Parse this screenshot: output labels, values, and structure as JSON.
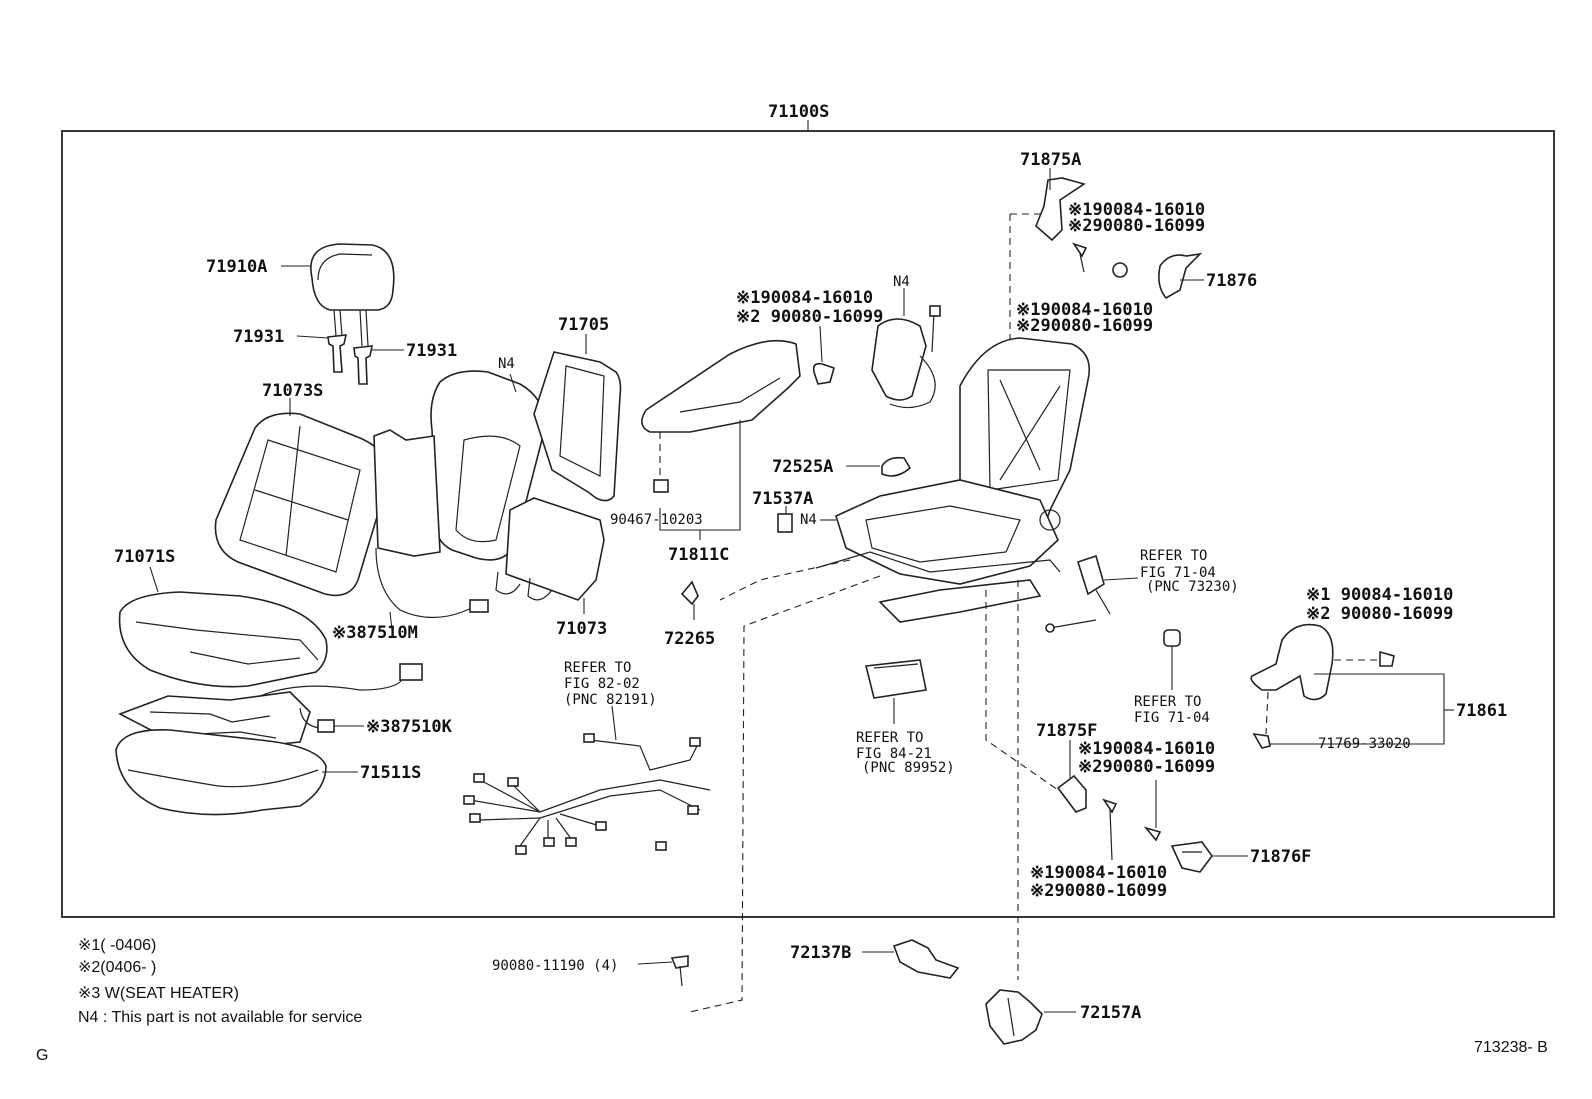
{
  "assembly": "71100S",
  "parts": {
    "p71910A": "71910A",
    "p71931_left": "71931",
    "p71931_right": "71931",
    "p71073S": "71073S",
    "p71071S": "71071S",
    "p87510M": "※387510M",
    "p87510K": "※387510K",
    "p71511S": "71511S",
    "p71705": "71705",
    "n4_back": "N4",
    "p71073": "71073",
    "p90467": "90467-10203",
    "p71811C": "71811C",
    "p72265": "72265",
    "bolt_a1": "※190084-16010",
    "bolt_a2": "※2 90080-16099",
    "n4_bag": "N4",
    "p72525A": "72525A",
    "p71537A": "71537A",
    "n4_frame": "N4",
    "p71875A": "71875A",
    "bolt_b1": "※190084-16010",
    "bolt_b2": "※290080-16099",
    "p71876": "71876",
    "bolt_c1": "※190084-16010",
    "bolt_c2": "※290080-16099",
    "p71875F": "71875F",
    "bolt_d1": "※190084-16010",
    "bolt_d2": "※290080-16099",
    "bolt_e1": "※190084-16010",
    "bolt_e2": "※290080-16099",
    "p71876F": "71876F",
    "bolt_f1": "※1 90084-16010",
    "bolt_f2": "※2 90080-16099",
    "p71861": "71861",
    "p71769": "71769-33020",
    "p90080_11190": "90080-11190 (4)",
    "p72137B": "72137B",
    "p72157A": "72157A"
  },
  "refs": {
    "r82_1": "REFER TO",
    "r82_2": "FIG 82-02",
    "r82_3": "(PNC 82191)",
    "r84_1": "REFER TO",
    "r84_2": "FIG 84-21",
    "r84_3": "(PNC 89952)",
    "r7104a_1": "REFER TO",
    "r7104a_2": "FIG 71-04",
    "r7104a_3": "(PNC 73230)",
    "r7104b_1": "REFER TO",
    "r7104b_2": "FIG 71-04"
  },
  "notes": {
    "n1": "※1(      -0406)",
    "n2": "※2(0406-        )",
    "n3": "※3  W(SEAT  HEATER)",
    "n4": "N4 :  This part is not available for service"
  },
  "footer": {
    "left": "G",
    "right": "713238- B"
  }
}
